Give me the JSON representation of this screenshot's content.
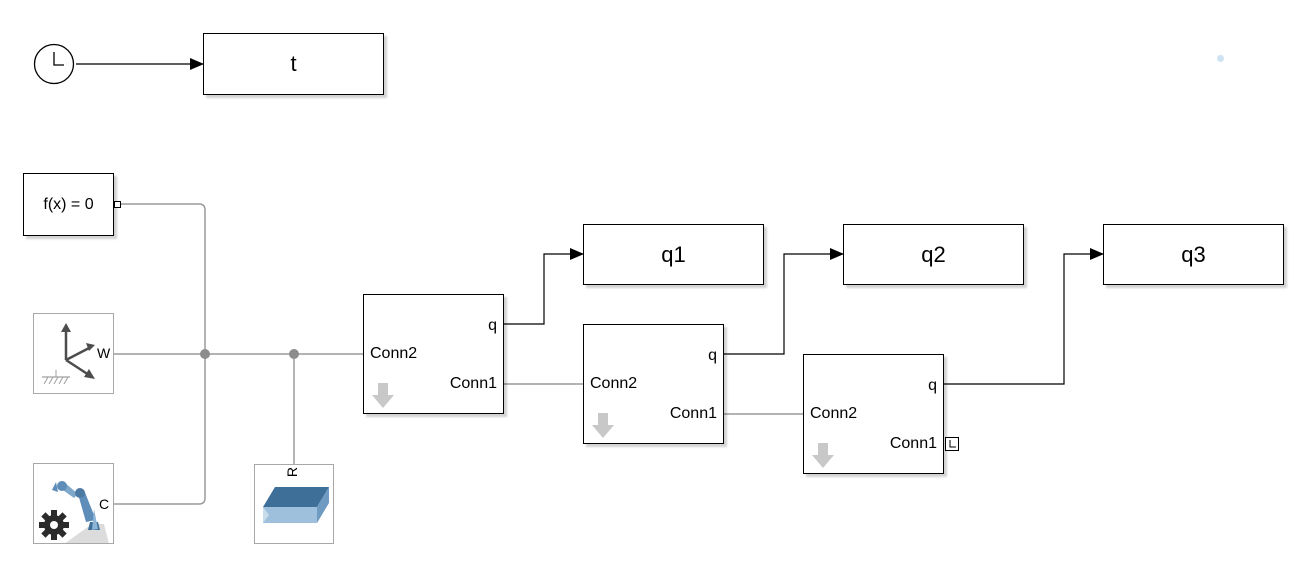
{
  "blocks": {
    "time_display": {
      "label": "t"
    },
    "solver_config": {
      "label": "f(x) = 0"
    },
    "world_frame": {
      "port_label": "W"
    },
    "mechanism_config": {
      "port_label": "C"
    },
    "rigid_body": {
      "port_label": "R"
    },
    "joint1": {
      "port_q": "q",
      "port_conn2": "Conn2",
      "port_conn1": "Conn1"
    },
    "joint2": {
      "port_q": "q",
      "port_conn2": "Conn2",
      "port_conn1": "Conn1"
    },
    "joint3": {
      "port_q": "q",
      "port_conn2": "Conn2",
      "port_conn1": "Conn1"
    },
    "scope_q1": {
      "label": "q1"
    },
    "scope_q2": {
      "label": "q2"
    },
    "scope_q3": {
      "label": "q3"
    }
  },
  "colors": {
    "physical_line": "#9a9a9a",
    "signal_line": "#000000",
    "junction": "#8c8c8c",
    "joint_arrow": "#c8c8c8",
    "solid_top": "#3e6f98",
    "solid_front": "#86b0d0",
    "robot_arm": "#5d8db8",
    "gear": "#2b2b2b"
  },
  "icons": [
    "clock-icon",
    "coordinate-frame-icon",
    "ground-hatch-icon",
    "robot-arm-icon",
    "gear-icon",
    "solid-box-icon",
    "down-arrow-icon",
    "port-terminal-icon"
  ]
}
